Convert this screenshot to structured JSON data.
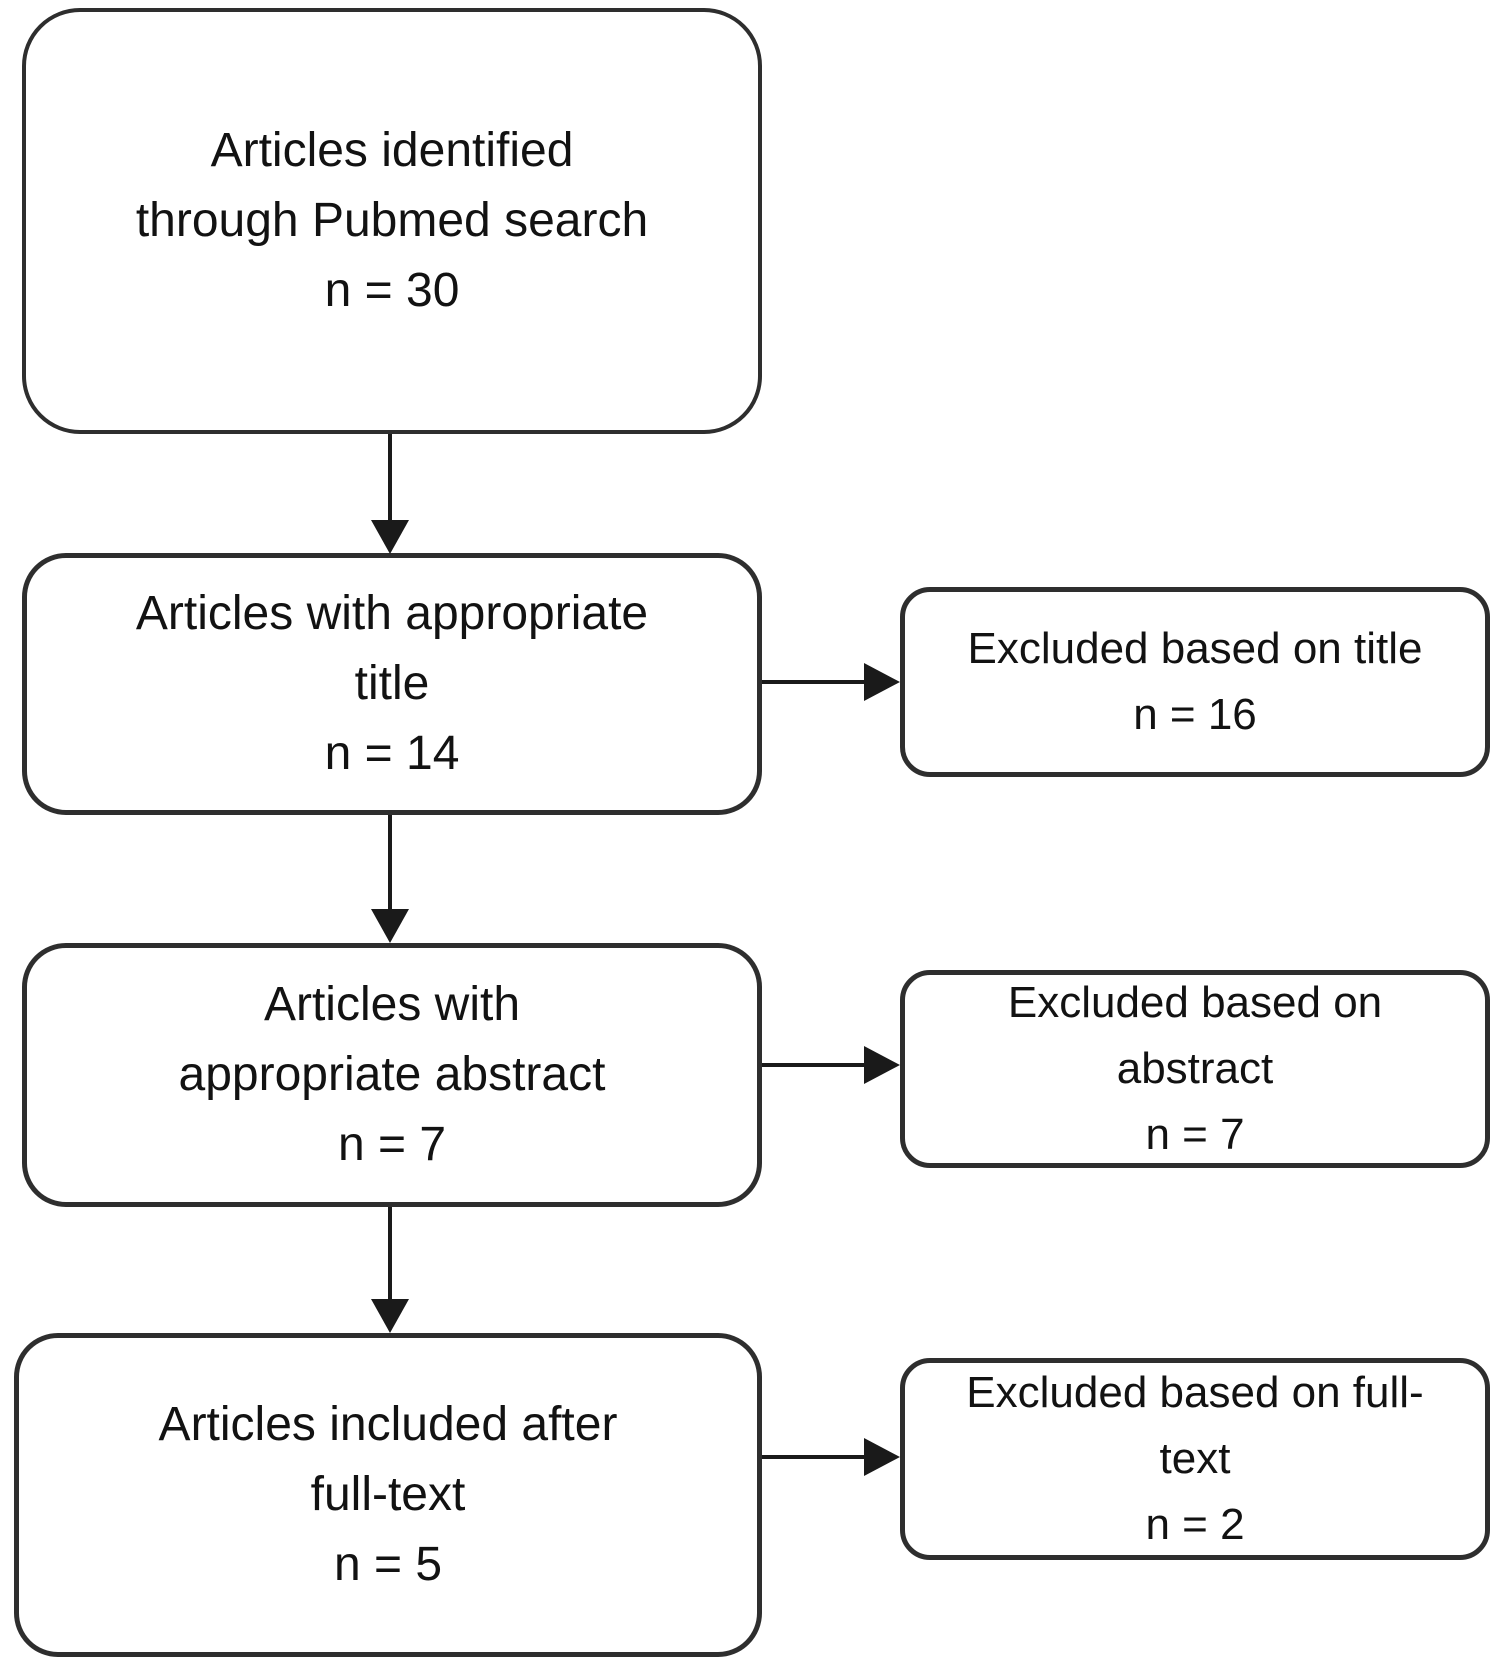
{
  "figure": {
    "background_color": "#ffffff",
    "box_fill_color": "#ffffff",
    "border_color": "#2e2e2e",
    "text_color": "#121212",
    "arrow_color": "#1a1a1a"
  },
  "flow": {
    "main_nodes": [
      {
        "label": "Articles identified\nthrough Pubmed search",
        "count_label": "n = 30",
        "count": 30
      },
      {
        "label": "Articles with appropriate\ntitle",
        "count_label": "n = 14",
        "count": 14
      },
      {
        "label": "Articles with\nappropriate abstract",
        "count_label": "n = 7",
        "count": 7
      },
      {
        "label": "Articles included after\nfull-text",
        "count_label": "n = 5",
        "count": 5
      }
    ],
    "excluded_nodes": [
      {
        "label": "Excluded based on title",
        "count_label": "n = 16",
        "count": 16
      },
      {
        "label": "Excluded based on\nabstract",
        "count_label": "n = 7",
        "count": 7
      },
      {
        "label": "Excluded based on full-\ntext",
        "count_label": "n = 2",
        "count": 2
      }
    ]
  }
}
